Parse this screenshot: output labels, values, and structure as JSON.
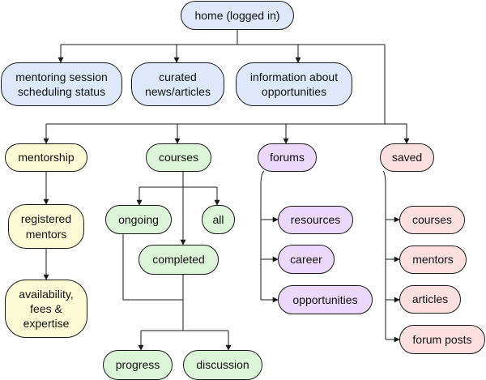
{
  "diagram": {
    "root": {
      "label": "home (logged in)"
    },
    "home_items": [
      {
        "label": "mentoring session scheduling status"
      },
      {
        "label": "curated news/articles"
      },
      {
        "label": "information about opportunities"
      }
    ],
    "sections": {
      "mentorship": {
        "label": "mentorship",
        "children": [
          {
            "label": "registered mentors"
          },
          {
            "label": "availability, fees & expertise"
          }
        ]
      },
      "courses": {
        "label": "courses",
        "children": [
          {
            "label": "ongoing"
          },
          {
            "label": "all"
          },
          {
            "label": "completed"
          },
          {
            "label": "progress"
          },
          {
            "label": "discussion"
          }
        ]
      },
      "forums": {
        "label": "forums",
        "children": [
          {
            "label": "resources"
          },
          {
            "label": "career"
          },
          {
            "label": "opportunities"
          }
        ]
      },
      "saved": {
        "label": "saved",
        "children": [
          {
            "label": "courses"
          },
          {
            "label": "mentors"
          },
          {
            "label": "articles"
          },
          {
            "label": "forum posts"
          }
        ]
      }
    },
    "colors": {
      "home": "#dde9fb",
      "mentorship": "#fdfbd6",
      "courses": "#dcf5d9",
      "forums": "#ecd8fb",
      "saved": "#fbe0df",
      "line": "#1a1a1a"
    }
  }
}
